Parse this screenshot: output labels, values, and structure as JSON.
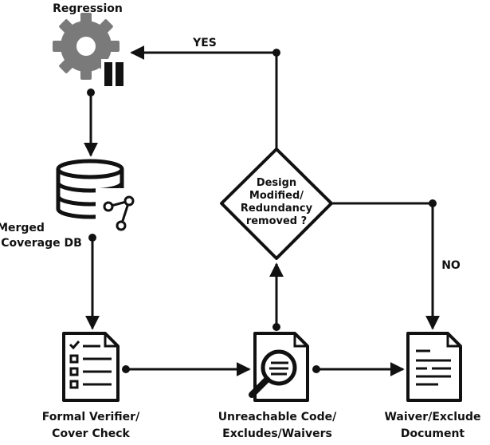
{
  "nodes": {
    "regression": {
      "label": "Regression",
      "icon": "gear-pause-icon"
    },
    "coverage_db": {
      "label_line1": "Merged",
      "label_line2": "Coverage DB",
      "icon": "database-share-icon"
    },
    "formal": {
      "label_line1": "Formal Verifier/",
      "label_line2": "Cover Check",
      "icon": "checklist-document-icon"
    },
    "unreachable": {
      "label_line1": "Unreachable Code/",
      "label_line2": "Excludes/Waivers",
      "icon": "magnifier-document-icon"
    },
    "waiver": {
      "label_line1": "Waiver/Exclude",
      "label_line2": "Document",
      "icon": "text-document-icon"
    },
    "decision": {
      "line1": "Design",
      "line2": "Modified/",
      "line3": "Redundancy",
      "line4": "removed ?"
    }
  },
  "edges": {
    "yes_label": "YES",
    "no_label": "NO"
  },
  "colors": {
    "stroke": "#111111",
    "gear": "#7a7a7a",
    "background": "#ffffff"
  }
}
